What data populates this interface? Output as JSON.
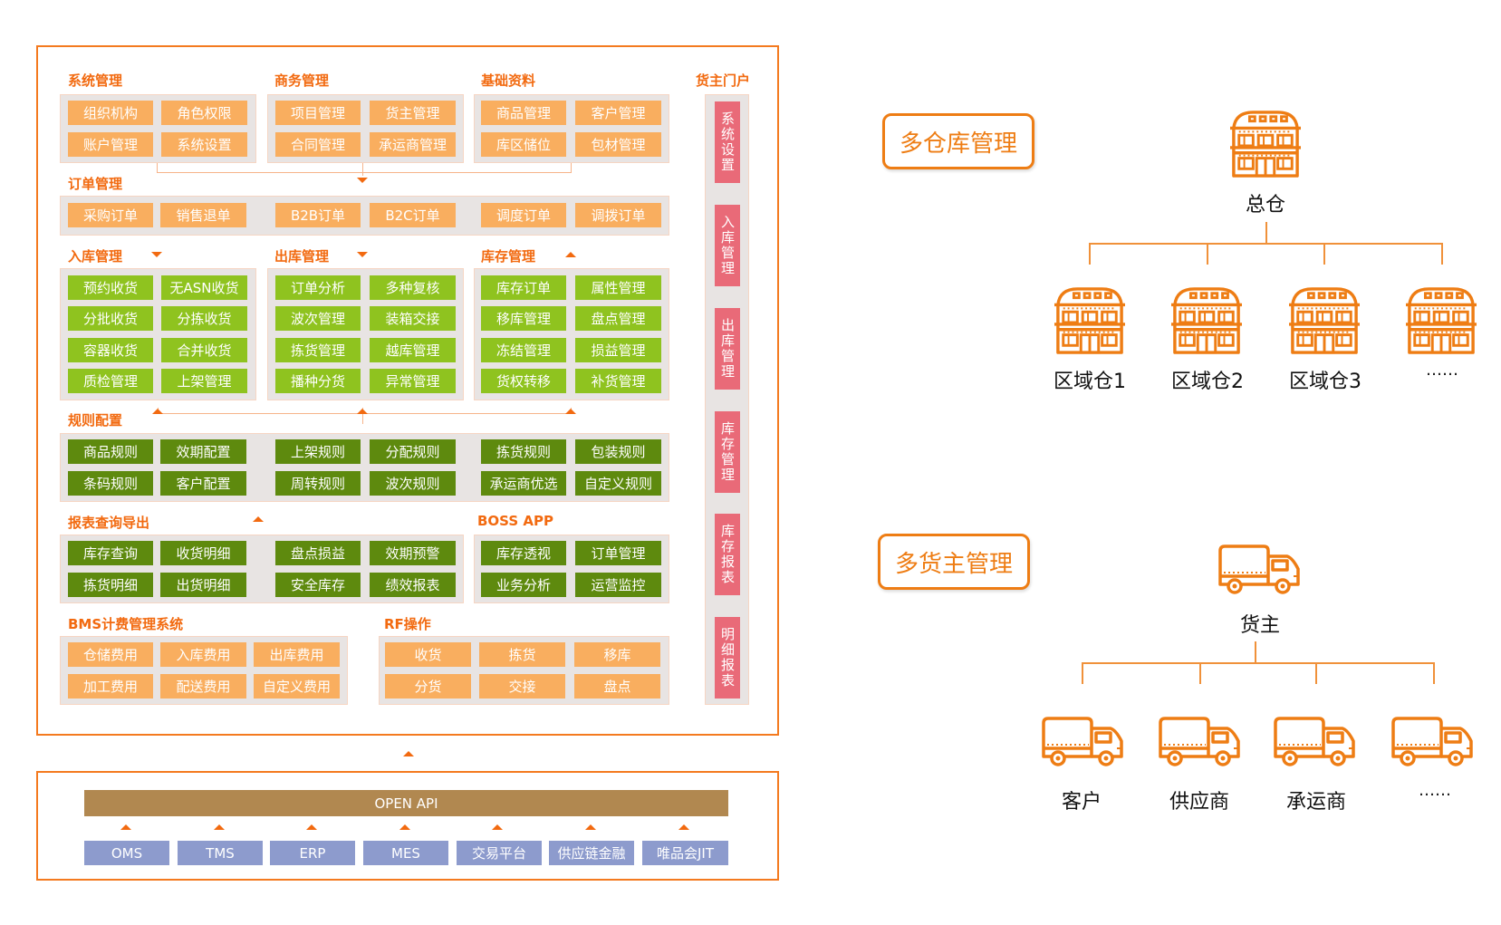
{
  "colors": {
    "accent": "#f26a10",
    "frame": "#f47a1f",
    "orange_button": "#f9ae5f",
    "lime_button": "#8fc31f",
    "olive_button": "#5e8a0e",
    "pink_button": "#e96a78",
    "blue_button": "#8d9bcd",
    "openapi_bar": "#b18850",
    "icon_orange": "#ee7d14"
  },
  "system": {
    "sys_mgmt": {
      "title": "系统管理",
      "items": [
        "组织机构",
        "角色权限",
        "账户管理",
        "系统设置"
      ]
    },
    "biz_mgmt": {
      "title": "商务管理",
      "items": [
        "项目管理",
        "货主管理",
        "合同管理",
        "承运商管理"
      ]
    },
    "basic_data": {
      "title": "基础资料",
      "items": [
        "商品管理",
        "客户管理",
        "库区储位",
        "包材管理"
      ]
    },
    "order_mgmt": {
      "title": "订单管理",
      "items": [
        "采购订单",
        "销售退单",
        "B2B订单",
        "B2C订单",
        "调度订单",
        "调拨订单"
      ]
    },
    "inbound": {
      "title": "入库管理",
      "items": [
        "预约收货",
        "无ASN收货",
        "分批收货",
        "分拣收货",
        "容器收货",
        "合并收货",
        "质检管理",
        "上架管理"
      ]
    },
    "outbound": {
      "title": "出库管理",
      "items": [
        "订单分析",
        "多种复核",
        "波次管理",
        "装箱交接",
        "拣货管理",
        "越库管理",
        "播种分货",
        "异常管理"
      ]
    },
    "inventory": {
      "title": "库存管理",
      "items": [
        "库存订单",
        "属性管理",
        "移库管理",
        "盘点管理",
        "冻结管理",
        "损益管理",
        "货权转移",
        "补货管理"
      ]
    },
    "rules": {
      "title": "规则配置",
      "items": [
        "商品规则",
        "效期配置",
        "条码规则",
        "客户配置",
        "上架规则",
        "分配规则",
        "周转规则",
        "波次规则",
        "拣货规则",
        "包装规则",
        "承运商优选",
        "自定义规则"
      ]
    },
    "reports": {
      "title": "报表查询导出",
      "items": [
        "库存查询",
        "收货明细",
        "拣货明细",
        "出货明细",
        "盘点损益",
        "效期预警",
        "安全库存",
        "绩效报表"
      ]
    },
    "boss_app": {
      "title": "BOSS APP",
      "items": [
        "库存透视",
        "订单管理",
        "业务分析",
        "运营监控"
      ]
    },
    "bms": {
      "title": "BMS计费管理系统",
      "items": [
        "仓储费用",
        "入库费用",
        "出库费用",
        "加工费用",
        "配送费用",
        "自定义费用"
      ]
    },
    "rf": {
      "title": "RF操作",
      "items": [
        "收货",
        "拣货",
        "移库",
        "分货",
        "交接",
        "盘点"
      ]
    },
    "owner_portal": {
      "title": "货主门户",
      "items": [
        "系统设置",
        "入库管理",
        "出库管理",
        "库存管理",
        "库存报表",
        "明细报表"
      ]
    }
  },
  "integration": {
    "open_api": "OPEN API",
    "systems": [
      "OMS",
      "TMS",
      "ERP",
      "MES",
      "交易平台",
      "供应链金融",
      "唯品会JIT"
    ]
  },
  "multi_warehouse": {
    "title": "多仓库管理",
    "root": "总仓",
    "children": [
      "区域仓1",
      "区域仓2",
      "区域仓3",
      "……"
    ],
    "icon": "warehouse-building-icon"
  },
  "multi_owner": {
    "title": "多货主管理",
    "root": "货主",
    "children": [
      "客户",
      "供应商",
      "承运商",
      "……"
    ],
    "icon": "delivery-truck-icon"
  }
}
